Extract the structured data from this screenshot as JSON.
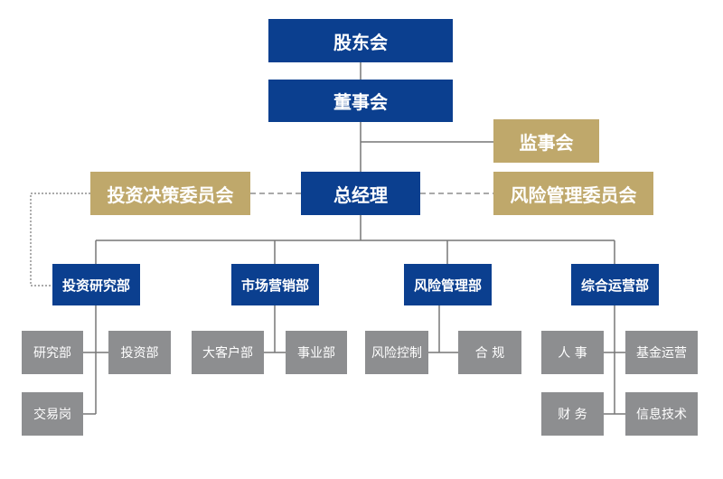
{
  "colors": {
    "primary": "#0b3f8f",
    "advisory": "#bfa86b",
    "unit": "#8d8e90",
    "line": "#777777"
  },
  "top": {
    "shareholders": "股东会",
    "board": "董事会",
    "supervisors": "监事会",
    "general_manager": "总经理",
    "investment_committee": "投资决策委员会",
    "risk_committee": "风险管理委员会"
  },
  "departments": [
    {
      "name": "投资研究部",
      "units": [
        "研究部",
        "投资部",
        "交易岗"
      ]
    },
    {
      "name": "市场营销部",
      "units": [
        "大客户部",
        "事业部"
      ]
    },
    {
      "name": "风险管理部",
      "units": [
        "风险控制",
        "合 规"
      ]
    },
    {
      "name": "综合运营部",
      "units": [
        "人 事",
        "基金运营",
        "财 务",
        "信息技术"
      ]
    }
  ]
}
